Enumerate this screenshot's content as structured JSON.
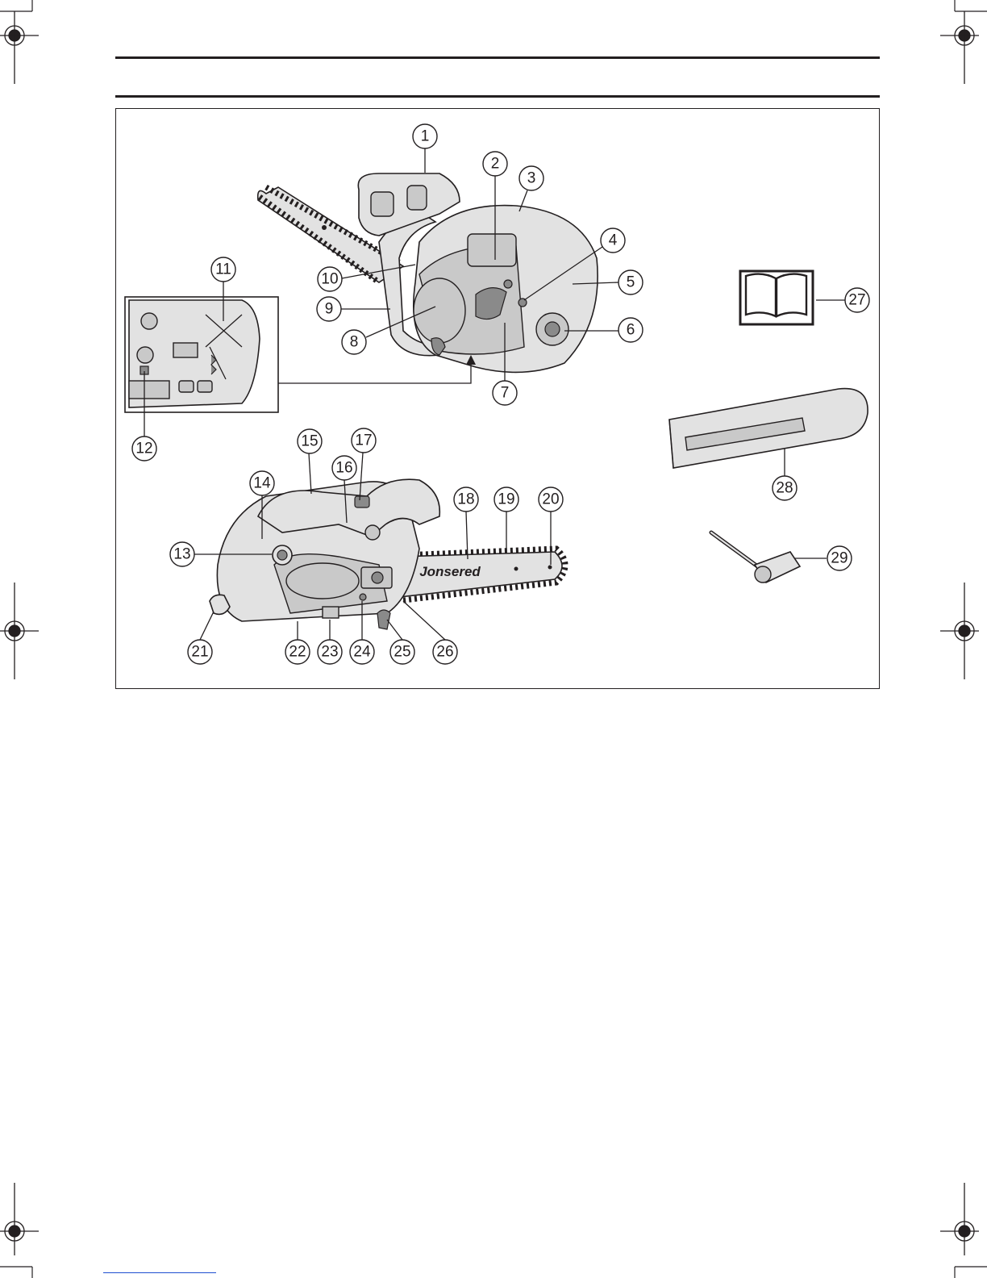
{
  "figure": {
    "brand_on_bar": "Jonsered",
    "callouts": [
      "1",
      "2",
      "3",
      "4",
      "5",
      "6",
      "7",
      "8",
      "9",
      "10",
      "11",
      "12",
      "13",
      "14",
      "15",
      "16",
      "17",
      "18",
      "19",
      "20",
      "21",
      "22",
      "23",
      "24",
      "25",
      "26",
      "27",
      "28",
      "29"
    ]
  },
  "icons": {
    "registration_mark": "crosshair-registration-icon",
    "manual": "open-book-icon"
  },
  "colors": {
    "ink": "#231f20",
    "link_underline": "#1f4fd1"
  }
}
